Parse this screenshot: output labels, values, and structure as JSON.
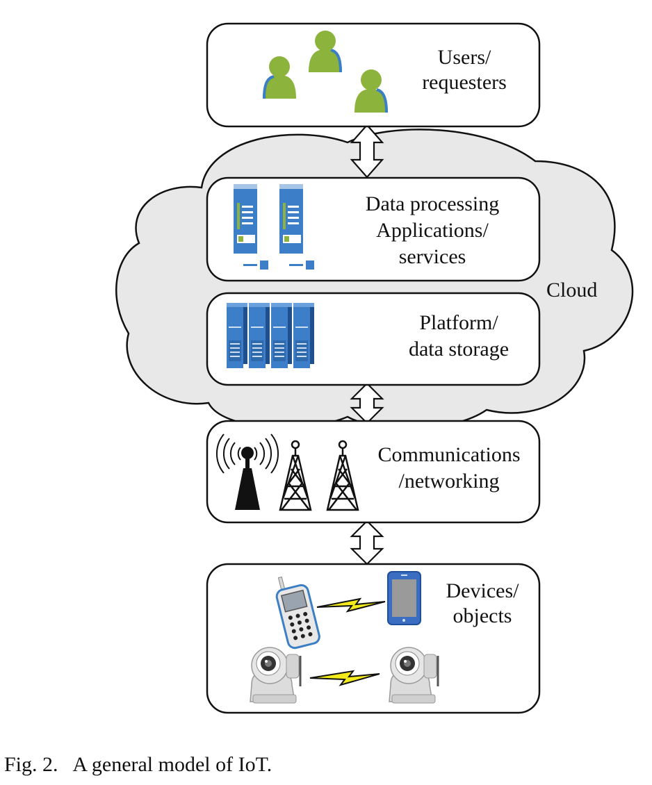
{
  "layers": {
    "users": {
      "line1": "Users/",
      "line2": "requesters"
    },
    "processing": {
      "line1": "Data processing",
      "line2": "Applications/",
      "line3": "services"
    },
    "cloud_label": "Cloud",
    "platform": {
      "line1": "Platform/",
      "line2": "data storage"
    },
    "communications": {
      "line1": "Communications",
      "line2": "/networking"
    },
    "devices": {
      "line1": "Devices/",
      "line2": "objects"
    }
  },
  "caption": "Fig. 2.   A general model of IoT.",
  "colors": {
    "user_green": "#8cb33c",
    "user_blue": "#3b7fc4",
    "server_blue": "#3c7ec8",
    "cloud_fill": "#e8e8e8",
    "bolt_yellow": "#f2ea1a"
  },
  "icons": [
    "user-icon",
    "server-icon",
    "storage-rack-icon",
    "wireless-antenna-icon",
    "cell-tower-icon",
    "mobile-phone-icon",
    "smartphone-icon",
    "ip-camera-icon",
    "lightning-link-icon"
  ]
}
